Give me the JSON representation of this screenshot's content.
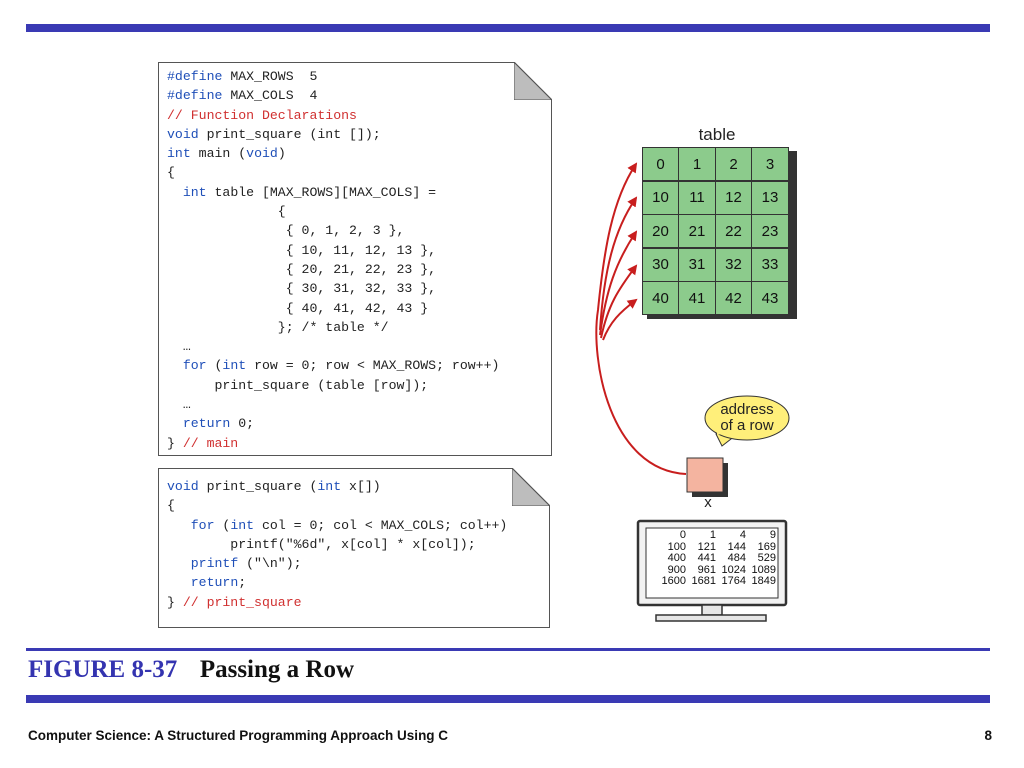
{
  "code_main": [
    [
      [
        "kw",
        "#define"
      ],
      [
        "",
        " MAX_ROWS  5"
      ]
    ],
    [
      [
        "kw",
        "#define"
      ],
      [
        "",
        " MAX_COLS  4"
      ]
    ],
    [
      [
        "cm",
        "// Function Declarations"
      ]
    ],
    [
      [
        "kw",
        "void"
      ],
      [
        "",
        " print_square (int []);"
      ]
    ],
    [
      [
        "kw",
        "int"
      ],
      [
        "",
        " main ("
      ],
      [
        "kw",
        "void"
      ],
      [
        "",
        ")"
      ]
    ],
    [
      [
        "",
        "{"
      ]
    ],
    [
      [
        "",
        "  "
      ],
      [
        "kw",
        "int"
      ],
      [
        "",
        " table [MAX_ROWS][MAX_COLS] ="
      ]
    ],
    [
      [
        "",
        "              {"
      ]
    ],
    [
      [
        "",
        "               { 0, 1, 2, 3 },"
      ]
    ],
    [
      [
        "",
        "               { 10, 11, 12, 13 },"
      ]
    ],
    [
      [
        "",
        "               { 20, 21, 22, 23 },"
      ]
    ],
    [
      [
        "",
        "               { 30, 31, 32, 33 },"
      ]
    ],
    [
      [
        "",
        "               { 40, 41, 42, 43 }"
      ]
    ],
    [
      [
        "",
        "              }; /* table */"
      ]
    ],
    [
      [
        "",
        "  …"
      ]
    ],
    [
      [
        "",
        "  "
      ],
      [
        "kw",
        "for"
      ],
      [
        "",
        " ("
      ],
      [
        "kw",
        "int"
      ],
      [
        "",
        " row = 0; row < MAX_ROWS; row++)"
      ]
    ],
    [
      [
        "",
        "      print_square (table [row]);"
      ]
    ],
    [
      [
        "",
        "  …"
      ]
    ],
    [
      [
        "",
        "  "
      ],
      [
        "kw",
        "return"
      ],
      [
        "",
        " 0;"
      ]
    ],
    [
      [
        "",
        "} "
      ],
      [
        "cm",
        "// main"
      ]
    ]
  ],
  "code_func": [
    [
      [
        "kw",
        "void"
      ],
      [
        "",
        " print_square ("
      ],
      [
        "kw",
        "int"
      ],
      [
        "",
        " x[])"
      ]
    ],
    [
      [
        "",
        "{"
      ]
    ],
    [
      [
        "",
        "   "
      ],
      [
        "kw",
        "for"
      ],
      [
        "",
        " ("
      ],
      [
        "kw",
        "int"
      ],
      [
        "",
        " col = 0; col < MAX_COLS; col++)"
      ]
    ],
    [
      [
        "",
        "        printf(\"%6d\", x[col] * x[col]);"
      ]
    ],
    [
      [
        "",
        "   "
      ],
      [
        "kw",
        "printf"
      ],
      [
        "",
        " (\"\\n\");"
      ]
    ],
    [
      [
        "",
        "   "
      ],
      [
        "kw",
        "return"
      ],
      [
        "",
        ";"
      ]
    ],
    [
      [
        "",
        "} "
      ],
      [
        "cm",
        "// print_square"
      ]
    ]
  ],
  "table": {
    "label": "table",
    "rows": [
      [
        "0",
        "1",
        "2",
        "3"
      ],
      [
        "10",
        "11",
        "12",
        "13"
      ],
      [
        "20",
        "21",
        "22",
        "23"
      ],
      [
        "30",
        "31",
        "32",
        "33"
      ],
      [
        "40",
        "41",
        "42",
        "43"
      ]
    ]
  },
  "callout": {
    "line1": "address",
    "line2": "of a row"
  },
  "x_label": "x",
  "output": [
    [
      "0",
      "1",
      "4",
      "9"
    ],
    [
      "100",
      "121",
      "144",
      "169"
    ],
    [
      "400",
      "441",
      "484",
      "529"
    ],
    [
      "900",
      "961",
      "1024",
      "1089"
    ],
    [
      "1600",
      "1681",
      "1764",
      "1849"
    ]
  ],
  "caption": {
    "number": "FIGURE 8-37",
    "title": "Passing a Row"
  },
  "footer": {
    "left": "Computer Science: A Structured Programming Approach Using C",
    "page": "8"
  },
  "colors": {
    "accent": "#3a3ab4",
    "keyword": "#1f4fb8",
    "comment": "#d03030",
    "cell_fill": "#8ccb8c",
    "arrow": "#c81e1e",
    "callout_fill": "#ffef7a",
    "box_fill": "#f4b4a0"
  }
}
